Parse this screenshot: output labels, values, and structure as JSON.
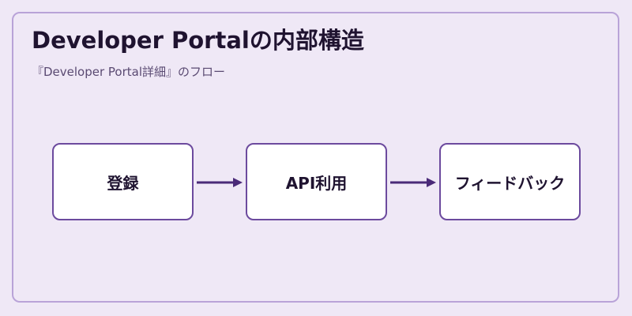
{
  "diagram": {
    "title": "Developer Portalの内部構造",
    "subtitle": "『Developer Portal詳細』のフロー",
    "nodes": [
      {
        "label": "登録"
      },
      {
        "label": "API利用"
      },
      {
        "label": "フィードバック"
      }
    ],
    "colors": {
      "background": "#efe8f6",
      "frame_border": "#b9a3d8",
      "node_border": "#6c4a9e",
      "arrow": "#4a2a78"
    }
  }
}
